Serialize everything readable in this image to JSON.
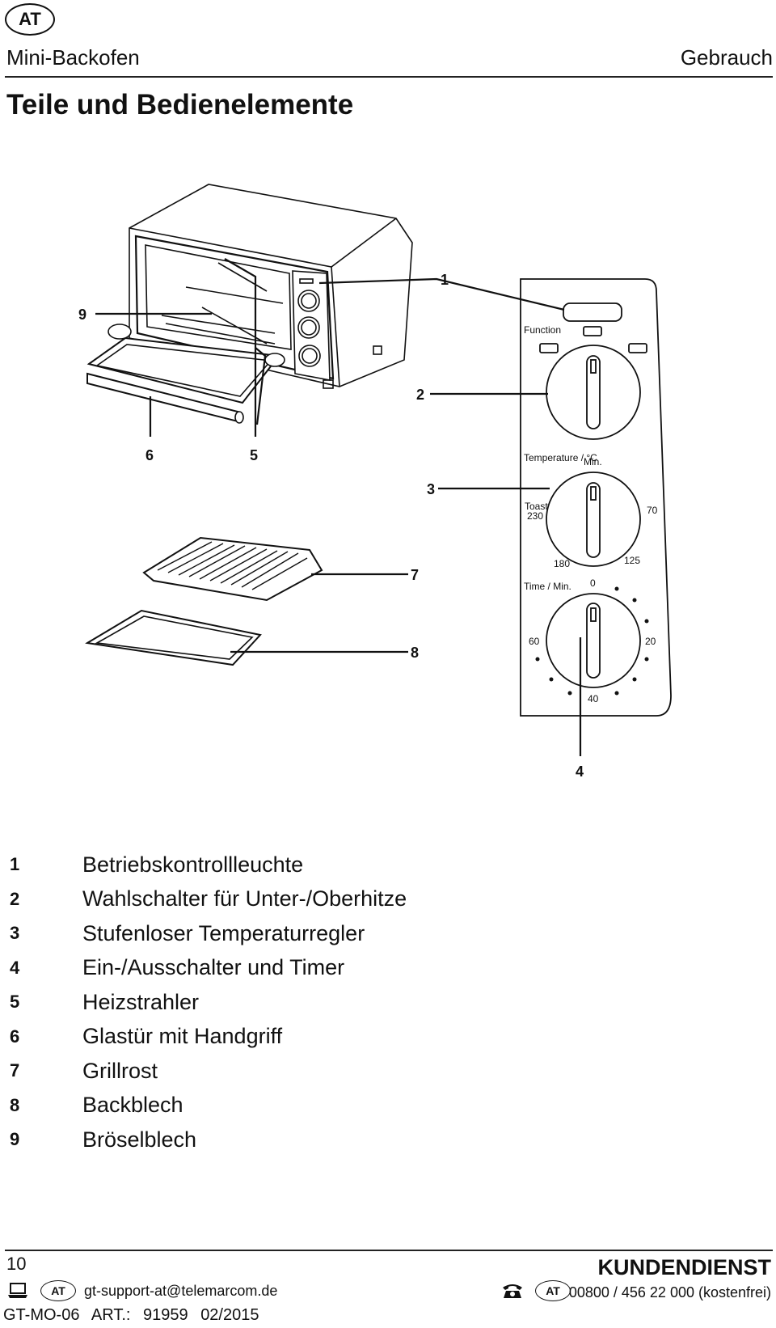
{
  "header": {
    "country_badge": "AT",
    "product": "Mini-Backofen",
    "section": "Gebrauch"
  },
  "page_title": "Teile und Bedienelemente",
  "figure": {
    "callouts": [
      "1",
      "2",
      "3",
      "4",
      "5",
      "6",
      "7",
      "8",
      "9"
    ],
    "panel": {
      "function_label": "Function",
      "temperature_label": "Temperature / °C",
      "temperature_min": "Min.",
      "toast_label": "Toast",
      "temp_values": [
        "230",
        "180",
        "125",
        "70"
      ],
      "time_label": "Time / Min.",
      "time_values": [
        "0",
        "20",
        "40",
        "60"
      ]
    }
  },
  "parts": [
    {
      "num": "1",
      "label": "Betriebskontrollleuchte"
    },
    {
      "num": "2",
      "label": "Wahlschalter für Unter-/Oberhitze"
    },
    {
      "num": "3",
      "label": "Stufenloser Temperaturregler"
    },
    {
      "num": "4",
      "label": "Ein-/Ausschalter und Timer"
    },
    {
      "num": "5",
      "label": "Heizstrahler"
    },
    {
      "num": "6",
      "label": "Glastür mit Handgriff"
    },
    {
      "num": "7",
      "label": "Grillrost"
    },
    {
      "num": "8",
      "label": "Backblech"
    },
    {
      "num": "9",
      "label": "Bröselblech"
    }
  ],
  "footer": {
    "page_number": "10",
    "service_title": "KUNDENDIENST",
    "country_badge": "AT",
    "email": "gt-support-at@telemarcom.de",
    "phone": "00800 / 456 22 000 (kostenfrei)",
    "doc_code": "GT-MO-06",
    "article": "ART.: 91959",
    "date": "02/2015",
    "icons": [
      "laptop-icon",
      "phone-icon"
    ]
  }
}
